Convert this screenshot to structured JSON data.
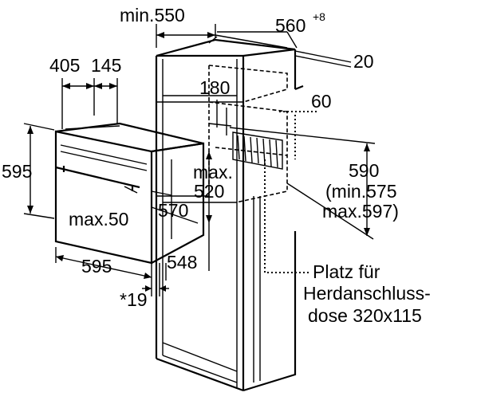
{
  "labels": {
    "min_550": "min.550",
    "w560": "560",
    "w560_sup": "+8",
    "d20": "20",
    "d405": "405",
    "d145": "145",
    "d180": "180",
    "d60": "60",
    "h595": "595",
    "max": "max.",
    "d520": "520",
    "h590": "590",
    "min575": "(min.575",
    "max597": "max.597)",
    "max50": "max.50",
    "d570": "570",
    "w595": "595",
    "d548": "548",
    "star19": "*19",
    "platz1": "Platz für",
    "platz2": "Herdanschluss-",
    "platz3": "dose 320x115"
  }
}
